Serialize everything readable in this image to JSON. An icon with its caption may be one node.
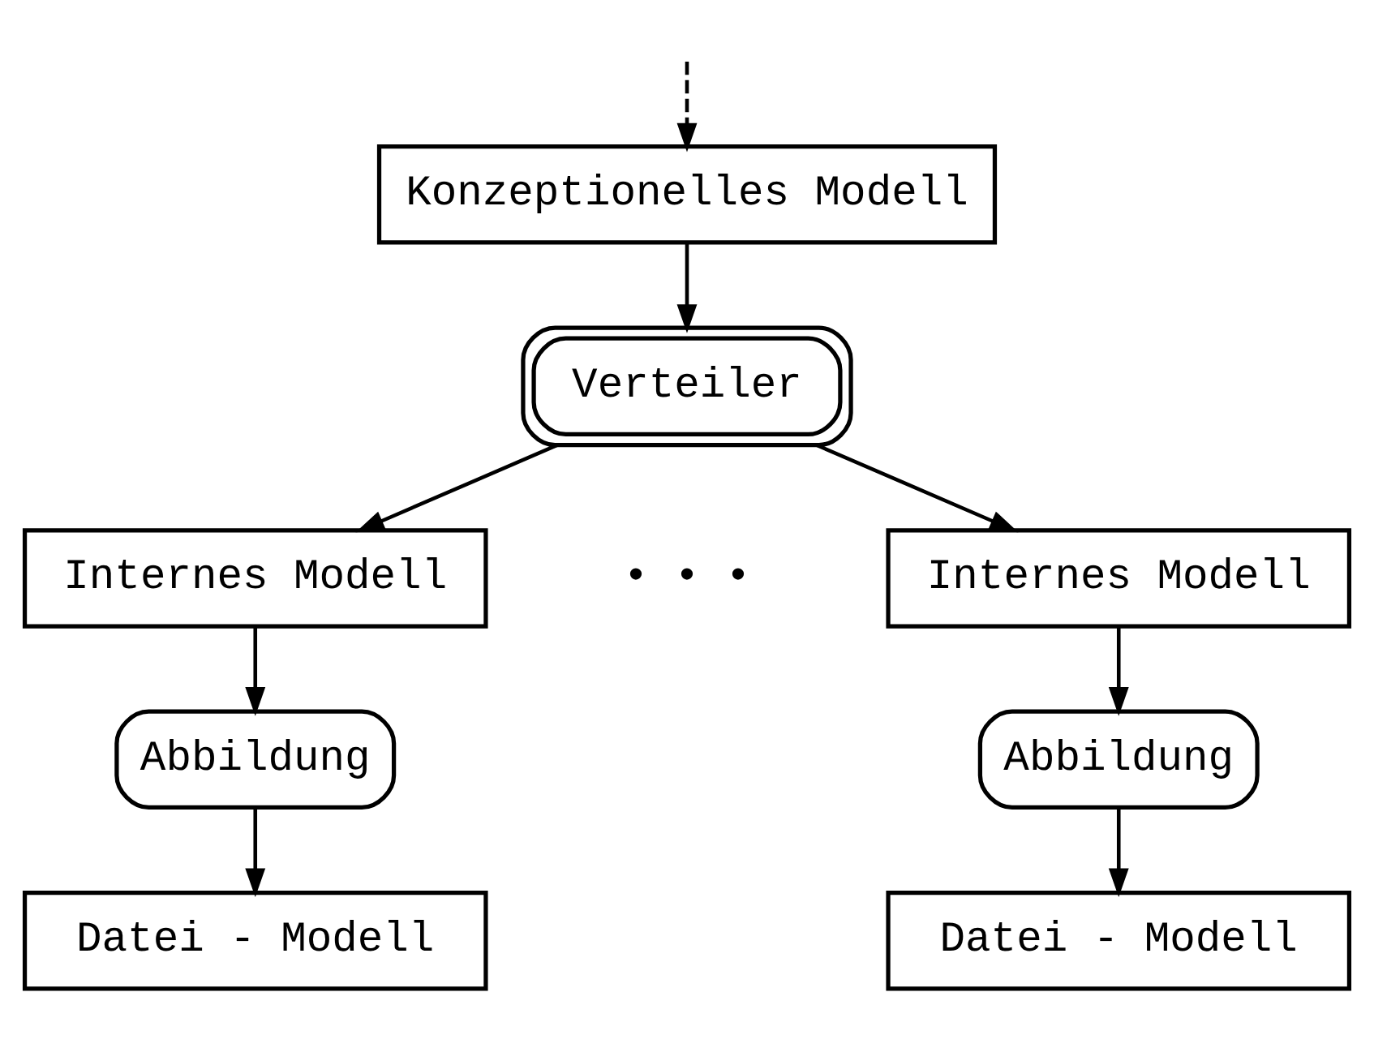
{
  "diagram": {
    "nodes": [
      {
        "text": [
          "Konzeptionelles Modell"
        ]
      },
      {
        "text": [
          "Verteiler"
        ]
      },
      {
        "text": [
          "Internes Modell"
        ]
      },
      {
        "text": [
          "Internes Modell"
        ]
      },
      {
        "text": [
          "Abbildung"
        ]
      },
      {
        "text": [
          "Abbildung"
        ]
      },
      {
        "text": [
          "Datei - Modell"
        ]
      },
      {
        "text": [
          "Datei - Modell"
        ]
      }
    ],
    "edges": [
      {
        "from": null,
        "to": 0,
        "arrow": "to",
        "style": "dashed"
      },
      {
        "from": 0,
        "to": 1,
        "arrow": "to"
      },
      {
        "from": 1,
        "to": 2,
        "arrow": "to"
      },
      {
        "from": 1,
        "to": 3,
        "arrow": "to"
      },
      {
        "from": 2,
        "to": 4,
        "arrow": "to"
      },
      {
        "from": 4,
        "to": 6,
        "arrow": "to"
      },
      {
        "from": 3,
        "to": 5,
        "arrow": "to"
      },
      {
        "from": 5,
        "to": 7,
        "arrow": "to"
      }
    ],
    "labels": [
      "• • •"
    ]
  }
}
